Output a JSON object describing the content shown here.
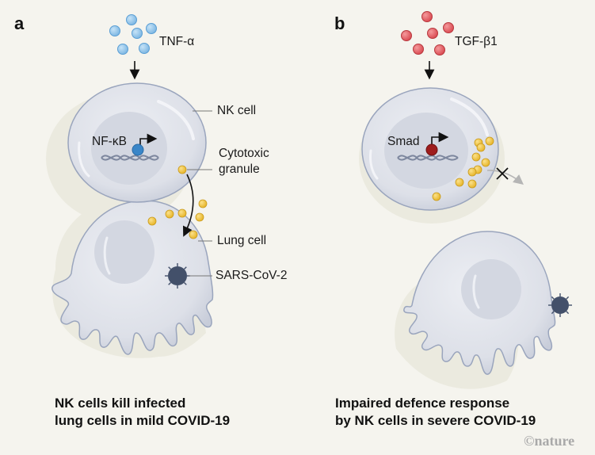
{
  "panels": {
    "a": {
      "letter": "a",
      "signal_label": "TNF-α",
      "factor_label": "NF-κB",
      "nk_cell_label": "NK cell",
      "granule_label_line1": "Cytotoxic",
      "granule_label_line2": "granule",
      "lung_cell_label": "Lung cell",
      "virus_label": "SARS-CoV-2",
      "caption_line1": "NK cells kill infected",
      "caption_line2": "lung cells in mild COVID-19",
      "signal_color": "#8fc3ea",
      "factor_color": "#3a86c8"
    },
    "b": {
      "letter": "b",
      "signal_label": "TGF-β1",
      "factor_label": "Smad",
      "caption_line1": "Impaired defence response",
      "caption_line2": "by NK cells in severe COVID-19",
      "signal_color": "#df5b61",
      "factor_color": "#9e1d1d"
    }
  },
  "colors": {
    "background": "#f5f4ee",
    "cell_fill": "#dfe2ea",
    "cell_stroke": "#9aa5bd",
    "granule": "#f2c53d",
    "virus": "#43506a"
  },
  "credit": "©nature"
}
